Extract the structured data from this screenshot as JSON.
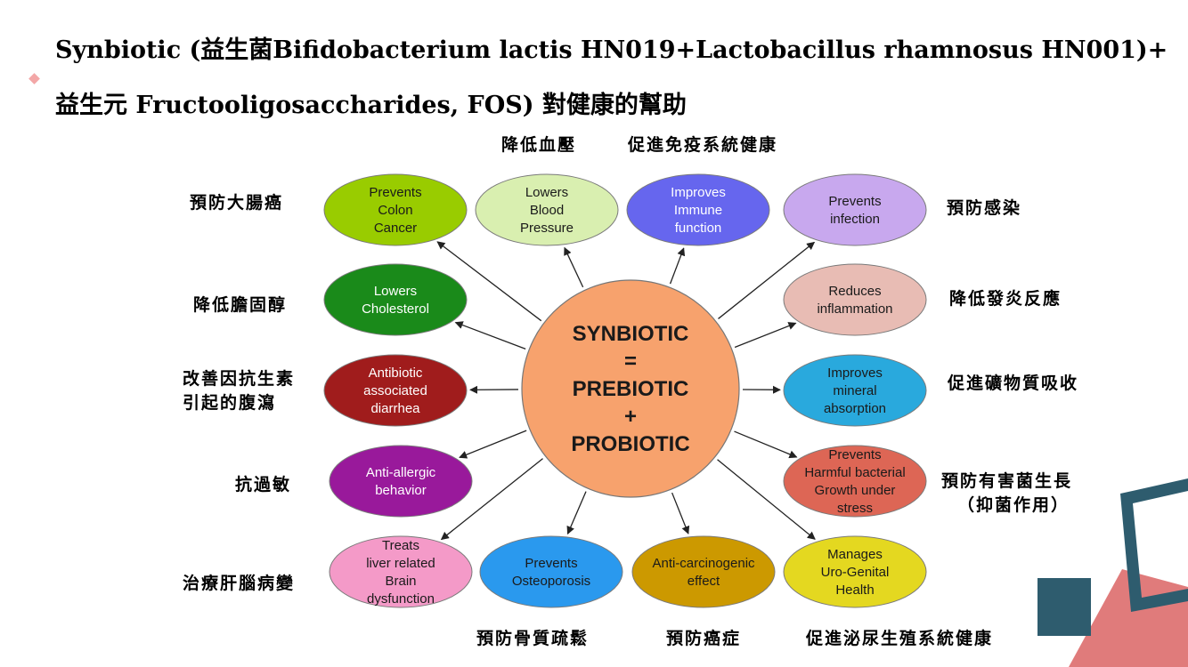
{
  "title_line1": "Synbiotic (益生菌Bifidobacterium lactis HN019+Lactobacillus rhamnosus HN001)+",
  "title_line2": "益生元 Fructooligosaccharides, FOS) 對健康的幫助",
  "center": {
    "lines": [
      "SYNBIOTIC",
      "=",
      "PREBIOTIC",
      "+",
      "PROBIOTIC"
    ],
    "color": "#f7a26d"
  },
  "nodes": [
    {
      "id": "colon-cancer",
      "lines": [
        "Prevents",
        "Colon",
        "Cancer"
      ],
      "color": "#99cc00",
      "text_color": "#1a1a1a",
      "zh": [
        "預防大腸癌"
      ]
    },
    {
      "id": "blood-pressure",
      "lines": [
        "Lowers",
        "Blood",
        "Pressure"
      ],
      "color": "#d9efb0",
      "text_color": "#1a1a1a",
      "zh": [
        "降低血壓"
      ]
    },
    {
      "id": "immune-function",
      "lines": [
        "Improves",
        "Immune",
        "function"
      ],
      "color": "#6666ee",
      "text_color": "#ffffff",
      "zh": [
        "促進免疫系統健康"
      ]
    },
    {
      "id": "infection",
      "lines": [
        "Prevents",
        "infection"
      ],
      "color": "#c8a8ee",
      "text_color": "#1a1a1a",
      "zh": [
        "預防感染"
      ]
    },
    {
      "id": "cholesterol",
      "lines": [
        "Lowers",
        "Cholesterol"
      ],
      "color": "#1a8a1a",
      "text_color": "#ffffff",
      "zh": [
        "降低膽固醇"
      ]
    },
    {
      "id": "inflammation",
      "lines": [
        "Reduces",
        "inflammation"
      ],
      "color": "#e8bcb4",
      "text_color": "#1a1a1a",
      "zh": [
        "降低發炎反應"
      ]
    },
    {
      "id": "diarrhea",
      "lines": [
        "Antibiotic",
        "associated",
        "diarrhea"
      ],
      "color": "#a01c1c",
      "text_color": "#ffffff",
      "zh": [
        "改善因抗生素",
        "引起的腹瀉"
      ]
    },
    {
      "id": "mineral-absorption",
      "lines": [
        "Improves",
        "mineral",
        "absorption"
      ],
      "color": "#29a9dd",
      "text_color": "#1a1a1a",
      "zh": [
        "促進礦物質吸收"
      ]
    },
    {
      "id": "anti-allergic",
      "lines": [
        "Anti-allergic",
        "behavior"
      ],
      "color": "#99199b",
      "text_color": "#ffffff",
      "zh": [
        "抗過敏"
      ]
    },
    {
      "id": "harmful-bacterial",
      "lines": [
        "Prevents",
        "Harmful bacterial",
        "Growth under",
        "stress"
      ],
      "color": "#dd6655",
      "text_color": "#1a1a1a",
      "zh": [
        "預防有害菌生長",
        "（抑菌作用）"
      ]
    },
    {
      "id": "liver-brain",
      "lines": [
        "Treats",
        "liver related",
        "Brain",
        "dysfunction"
      ],
      "color": "#f49ac8",
      "text_color": "#1a1a1a",
      "zh": [
        "治療肝腦病變"
      ]
    },
    {
      "id": "osteoporosis",
      "lines": [
        "Prevents",
        "Osteoporosis"
      ],
      "color": "#2a99ee",
      "text_color": "#1a1a1a",
      "zh": [
        "預防骨質疏鬆"
      ]
    },
    {
      "id": "anti-carcinogenic",
      "lines": [
        "Anti-carcinogenic",
        "effect"
      ],
      "color": "#cc9900",
      "text_color": "#1a1a1a",
      "zh": [
        "預防癌症"
      ]
    },
    {
      "id": "uro-genital",
      "lines": [
        "Manages",
        "Uro-Genital",
        "Health"
      ],
      "color": "#e4d820",
      "text_color": "#1a1a1a",
      "zh": [
        "促進泌尿生殖系統健康"
      ]
    }
  ],
  "colors": {
    "deco_teal": "#2e5c6e",
    "deco_salmon": "#e07b7b",
    "bullet": "#f3a7a7"
  }
}
